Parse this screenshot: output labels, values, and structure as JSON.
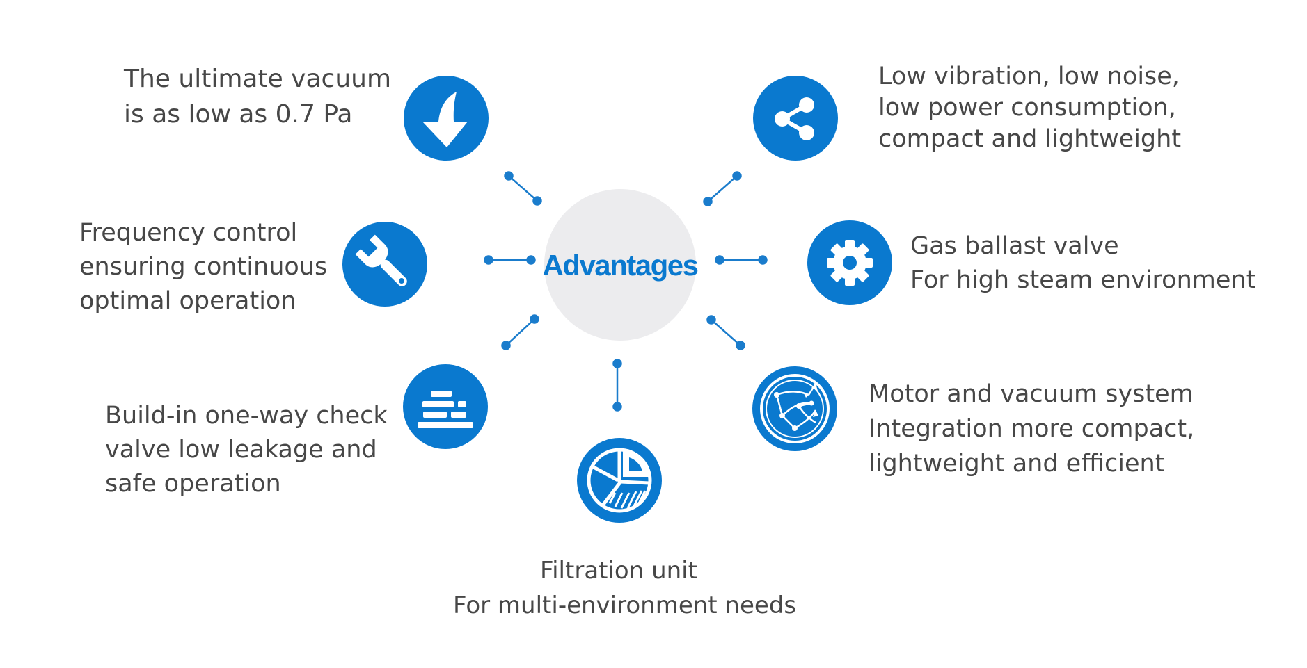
{
  "colors": {
    "accent": "#0a79cf",
    "hub": "#ececee",
    "text": "#474747",
    "connector": "#1a7ccc"
  },
  "center": {
    "title": "Advantages"
  },
  "features": [
    {
      "id": "ultimate-vacuum",
      "icon": "down-arrow-icon",
      "lines": [
        "The ultimate vacuum",
        "is as low as 0.7 Pa"
      ]
    },
    {
      "id": "frequency-control",
      "icon": "wrench-icon",
      "lines": [
        "Frequency control",
        "ensuring continuous",
        "optimal operation"
      ]
    },
    {
      "id": "check-valve",
      "icon": "stacked-bars-icon",
      "lines": [
        "Build-in one-way check",
        "valve low leakage and",
        "safe operation"
      ]
    },
    {
      "id": "filtration-unit",
      "icon": "pie-chart-icon",
      "lines": [
        "Filtration unit",
        "For multi-environment needs"
      ]
    },
    {
      "id": "motor-integration",
      "icon": "network-globe-icon",
      "lines": [
        "Motor and vacuum system",
        "Integration more compact,",
        "lightweight and efficient"
      ]
    },
    {
      "id": "gas-ballast",
      "icon": "gear-icon",
      "lines": [
        "Gas ballast valve",
        "For high steam environment"
      ]
    },
    {
      "id": "low-vibration",
      "icon": "share-icon",
      "lines": [
        "Low vibration, low noise,",
        "low power consumption,",
        "compact and lightweight"
      ]
    }
  ]
}
